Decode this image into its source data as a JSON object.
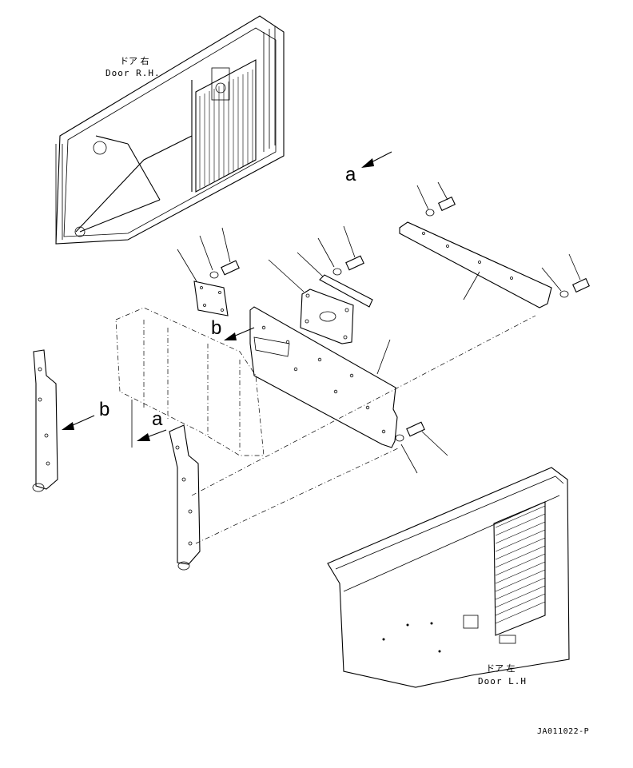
{
  "labels": {
    "door_rh_jp": "ドア 右",
    "door_rh_en": "Door R.H.",
    "door_lh_jp": "ドア 左",
    "door_lh_en": "Door L.H",
    "view_a": "a",
    "view_b": "b",
    "drawing_code": "JA011022-P"
  }
}
